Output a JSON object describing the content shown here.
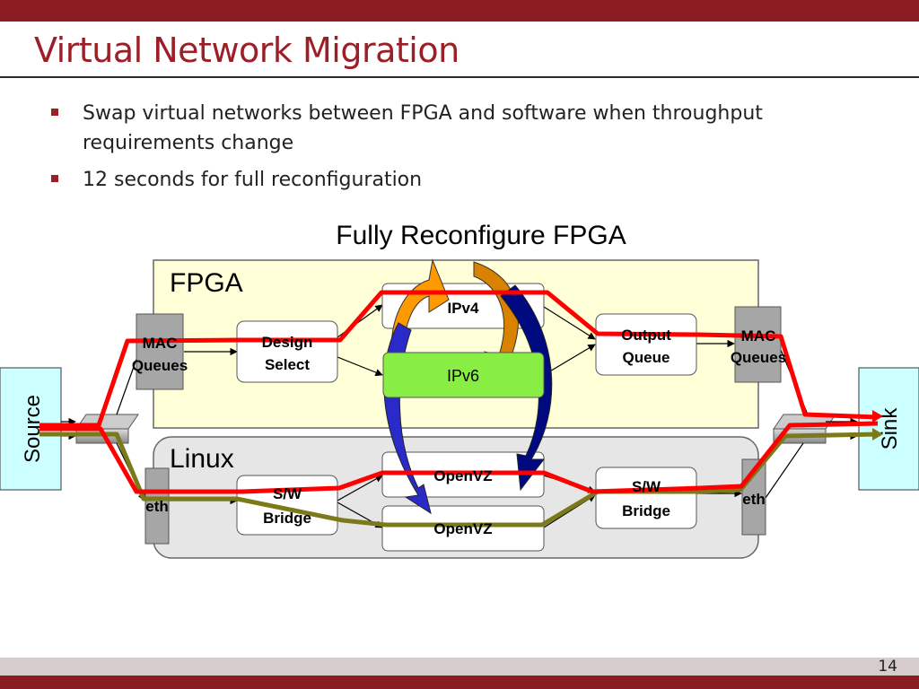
{
  "slide": {
    "title": "Virtual Network Migration",
    "page_number": "14",
    "bullets": [
      {
        "line1": "Swap virtual networks between FPGA and software when throughput",
        "line2": "requirements change"
      },
      {
        "line1": "12 seconds for full reconfiguration",
        "line2": ""
      }
    ]
  },
  "diagram": {
    "heading": "Fully Reconfigure FPGA",
    "fpga_label": "FPGA",
    "linux_label": "Linux",
    "source_label": "Source",
    "sink_label": "Sink",
    "mac_queues_left": [
      "MAC",
      "Queues"
    ],
    "mac_queues_right": [
      "MAC",
      "Queues"
    ],
    "design_select": [
      "Design",
      "Select"
    ],
    "output_queue": [
      "Output",
      "Queue"
    ],
    "ipv4": "IPv4",
    "ipv6": "IPv6",
    "openvz_top": "OpenVZ",
    "openvz_bottom": "OpenVZ",
    "sw_bridge_left": [
      "S/W",
      "Bridge"
    ],
    "sw_bridge_right": [
      "S/W",
      "Bridge"
    ],
    "eth_left": "eth",
    "eth_right": "eth",
    "colors": {
      "accent": "#8b1c22",
      "fpga_fill": "#ffffd8",
      "linux_fill": "#e6e6e6",
      "side_box_fill": "#ccffff",
      "ipv6_fill": "#88ee44",
      "red_path": "#ff0000",
      "olive_path": "#7a7a1a",
      "orange_arrow": "#ff9900",
      "dark_orange_arrow": "#d98200",
      "blue_arrow": "#2a2ac8",
      "navy_arrow": "#000a80"
    }
  }
}
